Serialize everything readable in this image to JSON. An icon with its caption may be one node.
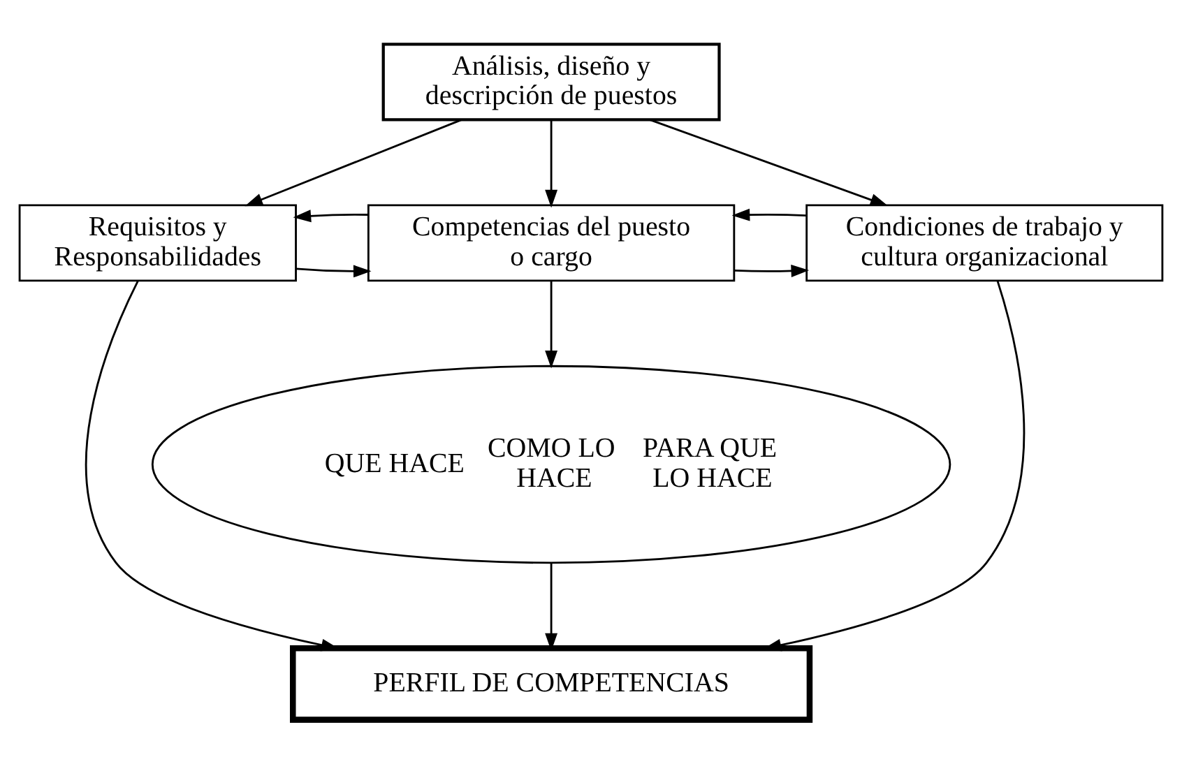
{
  "diagram": {
    "nodes": [
      {
        "text": [
          "Análisis, diseño y descripción de puestos"
        ]
      },
      {
        "text": [
          "Requisitos y Responsabilidades"
        ]
      },
      {
        "text": [
          "Competencias del puesto o cargo"
        ]
      },
      {
        "text": [
          "Condiciones de trabajo y cultura organizacional"
        ]
      },
      {
        "text": [
          "QUE HACE",
          "COMO LO HACE",
          "PARA QUE LO HACE"
        ]
      },
      {
        "text": [
          "PERFIL DE COMPETENCIAS"
        ]
      }
    ],
    "edges": [
      {
        "from": 0,
        "to": 1,
        "arrow": "to"
      },
      {
        "from": 0,
        "to": 2,
        "arrow": "to"
      },
      {
        "from": 0,
        "to": 3,
        "arrow": "to"
      },
      {
        "from": 1,
        "to": 2,
        "arrow": "to"
      },
      {
        "from": 2,
        "to": 1,
        "arrow": "to"
      },
      {
        "from": 2,
        "to": 3,
        "arrow": "to"
      },
      {
        "from": 3,
        "to": 2,
        "arrow": "to"
      },
      {
        "from": 2,
        "to": 4,
        "arrow": "to"
      },
      {
        "from": 4,
        "to": 5,
        "arrow": "to"
      },
      {
        "from": 1,
        "to": 5,
        "arrow": "to"
      },
      {
        "from": 3,
        "to": 5,
        "arrow": "to"
      }
    ]
  }
}
